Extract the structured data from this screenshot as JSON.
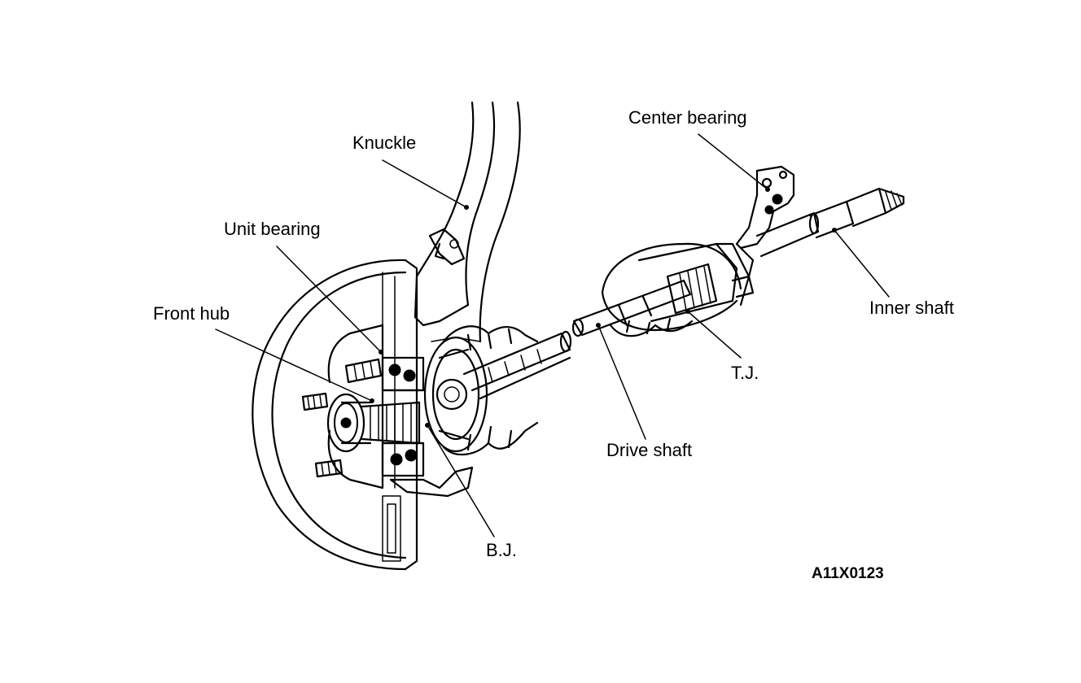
{
  "labels": {
    "knuckle": "Knuckle",
    "center_bearing": "Center bearing",
    "unit_bearing": "Unit bearing",
    "front_hub": "Front hub",
    "inner_shaft": "Inner shaft",
    "tj": "T.J.",
    "drive_shaft": "Drive shaft",
    "bj": "B.J."
  },
  "figure_code": "A11X0123"
}
